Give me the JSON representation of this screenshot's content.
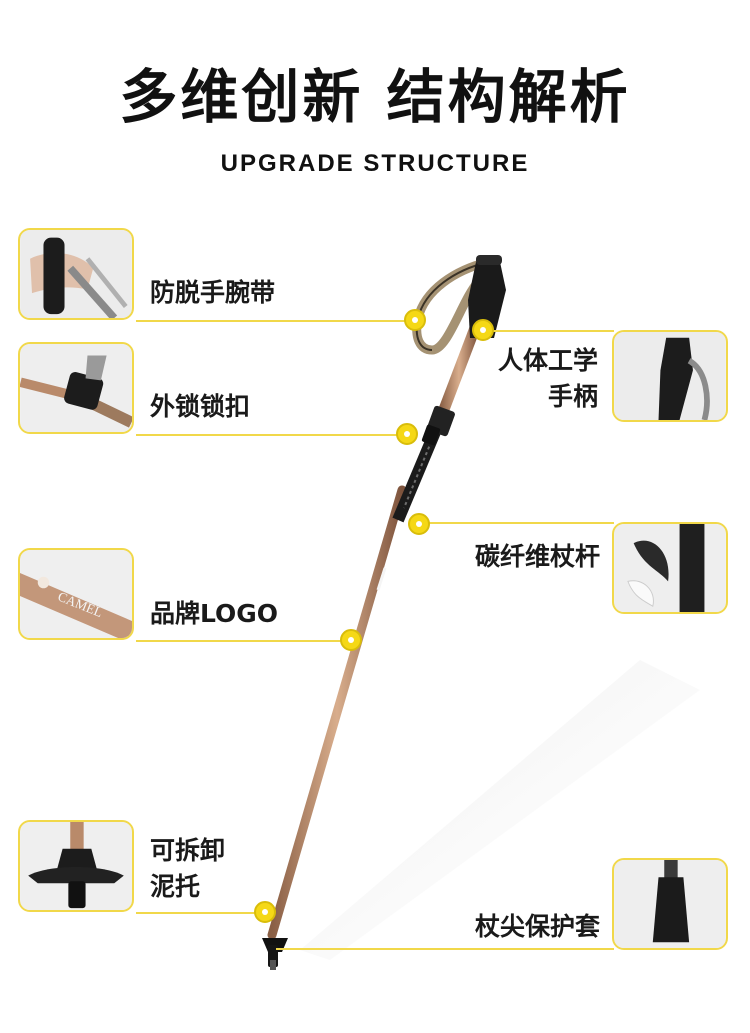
{
  "header": {
    "title": "多维创新 结构解析",
    "subtitle": "UPGRADE STRUCTURE"
  },
  "features": [
    {
      "label": "防脱手腕带",
      "icon": "wrist-strap-photo"
    },
    {
      "label": "外锁锁扣",
      "icon": "outer-lock-photo"
    },
    {
      "label": "品牌LOGO",
      "icon": "brand-logo-photo"
    },
    {
      "label": "可拆卸",
      "label2": "泥托",
      "icon": "mud-basket-photo"
    },
    {
      "label": "人体工学",
      "label2": "手柄",
      "icon": "ergonomic-handle-photo"
    },
    {
      "label": "碳纤维杖杆",
      "icon": "carbon-shaft-photo"
    },
    {
      "label": "杖尖保护套",
      "icon": "tip-protector-photo"
    }
  ],
  "logo_text": "CAMEL",
  "colors": {
    "accent": "#f5d816",
    "line": "#f1d84a",
    "shaft": "#b98a6a"
  }
}
